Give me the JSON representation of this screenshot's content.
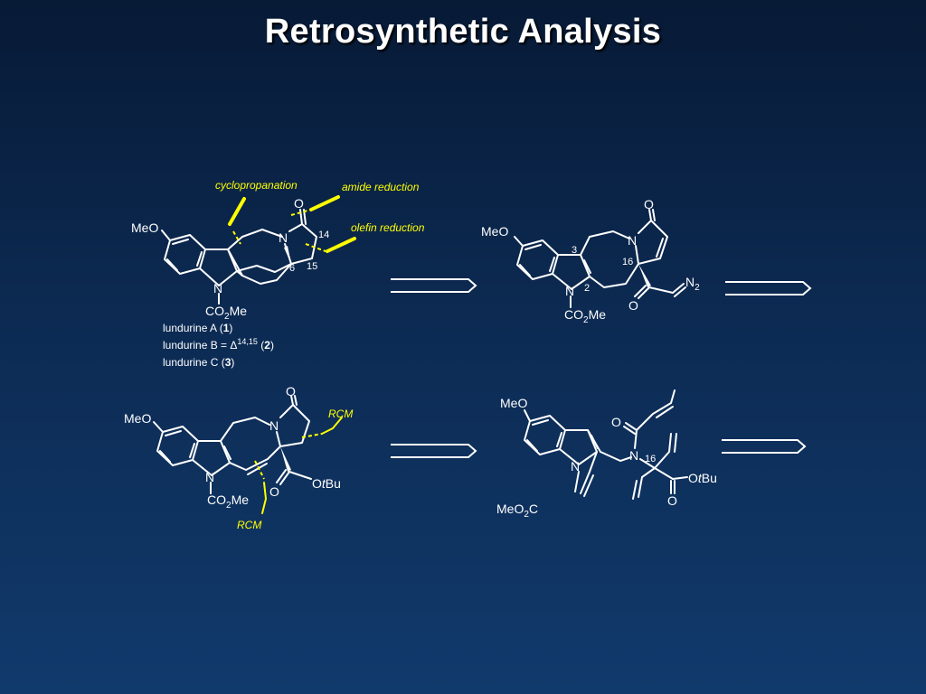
{
  "title": "Retrosynthetic Analysis",
  "structure1": {
    "meo": "MeO",
    "n": "N",
    "o": "O",
    "n_ring": "N",
    "co2me": "CO2Me",
    "locant_14": "14",
    "locant_15": "15",
    "locant_6": "6",
    "compounds": [
      {
        "prefix": "lundurine A (",
        "number": "1",
        "suffix": ")"
      },
      {
        "prefix": "lundurine B = Δ",
        "sup": "14,15",
        "mid": " (",
        "number": "2",
        "suffix": ")"
      },
      {
        "prefix": "lundurine C (",
        "number": "3",
        "suffix": ")"
      }
    ],
    "annotations": {
      "cyclopropanation": "cyclopropanation",
      "amide_reduction": "amide reduction",
      "olefin_reduction": "olefin reduction"
    }
  },
  "structure2": {
    "meo": "MeO",
    "n_indole": "N",
    "n_ring": "N",
    "o_top": "O",
    "o_ketone": "O",
    "diazo": "N2",
    "co2me": "CO2Me",
    "locant_3": "3",
    "locant_2": "2",
    "locant_16": "16"
  },
  "structure3": {
    "meo": "MeO",
    "n_indole": "N",
    "n_ring": "N",
    "o_top": "O",
    "o_ester": "O",
    "otbu": "OtBu",
    "co2me": "CO2Me",
    "annotations": {
      "rcm_top": "RCM",
      "rcm_bottom": "RCM"
    }
  },
  "structure4": {
    "meo": "MeO",
    "n_indole": "N",
    "n_amide": "N",
    "o_amide": "O",
    "o_ester": "O",
    "otbu": "OtBu",
    "meo2c": "MeO2C",
    "locant_16": "16"
  },
  "colors": {
    "background": "#0c2a52",
    "text": "#ffffff",
    "annotation": "#ffff00"
  }
}
